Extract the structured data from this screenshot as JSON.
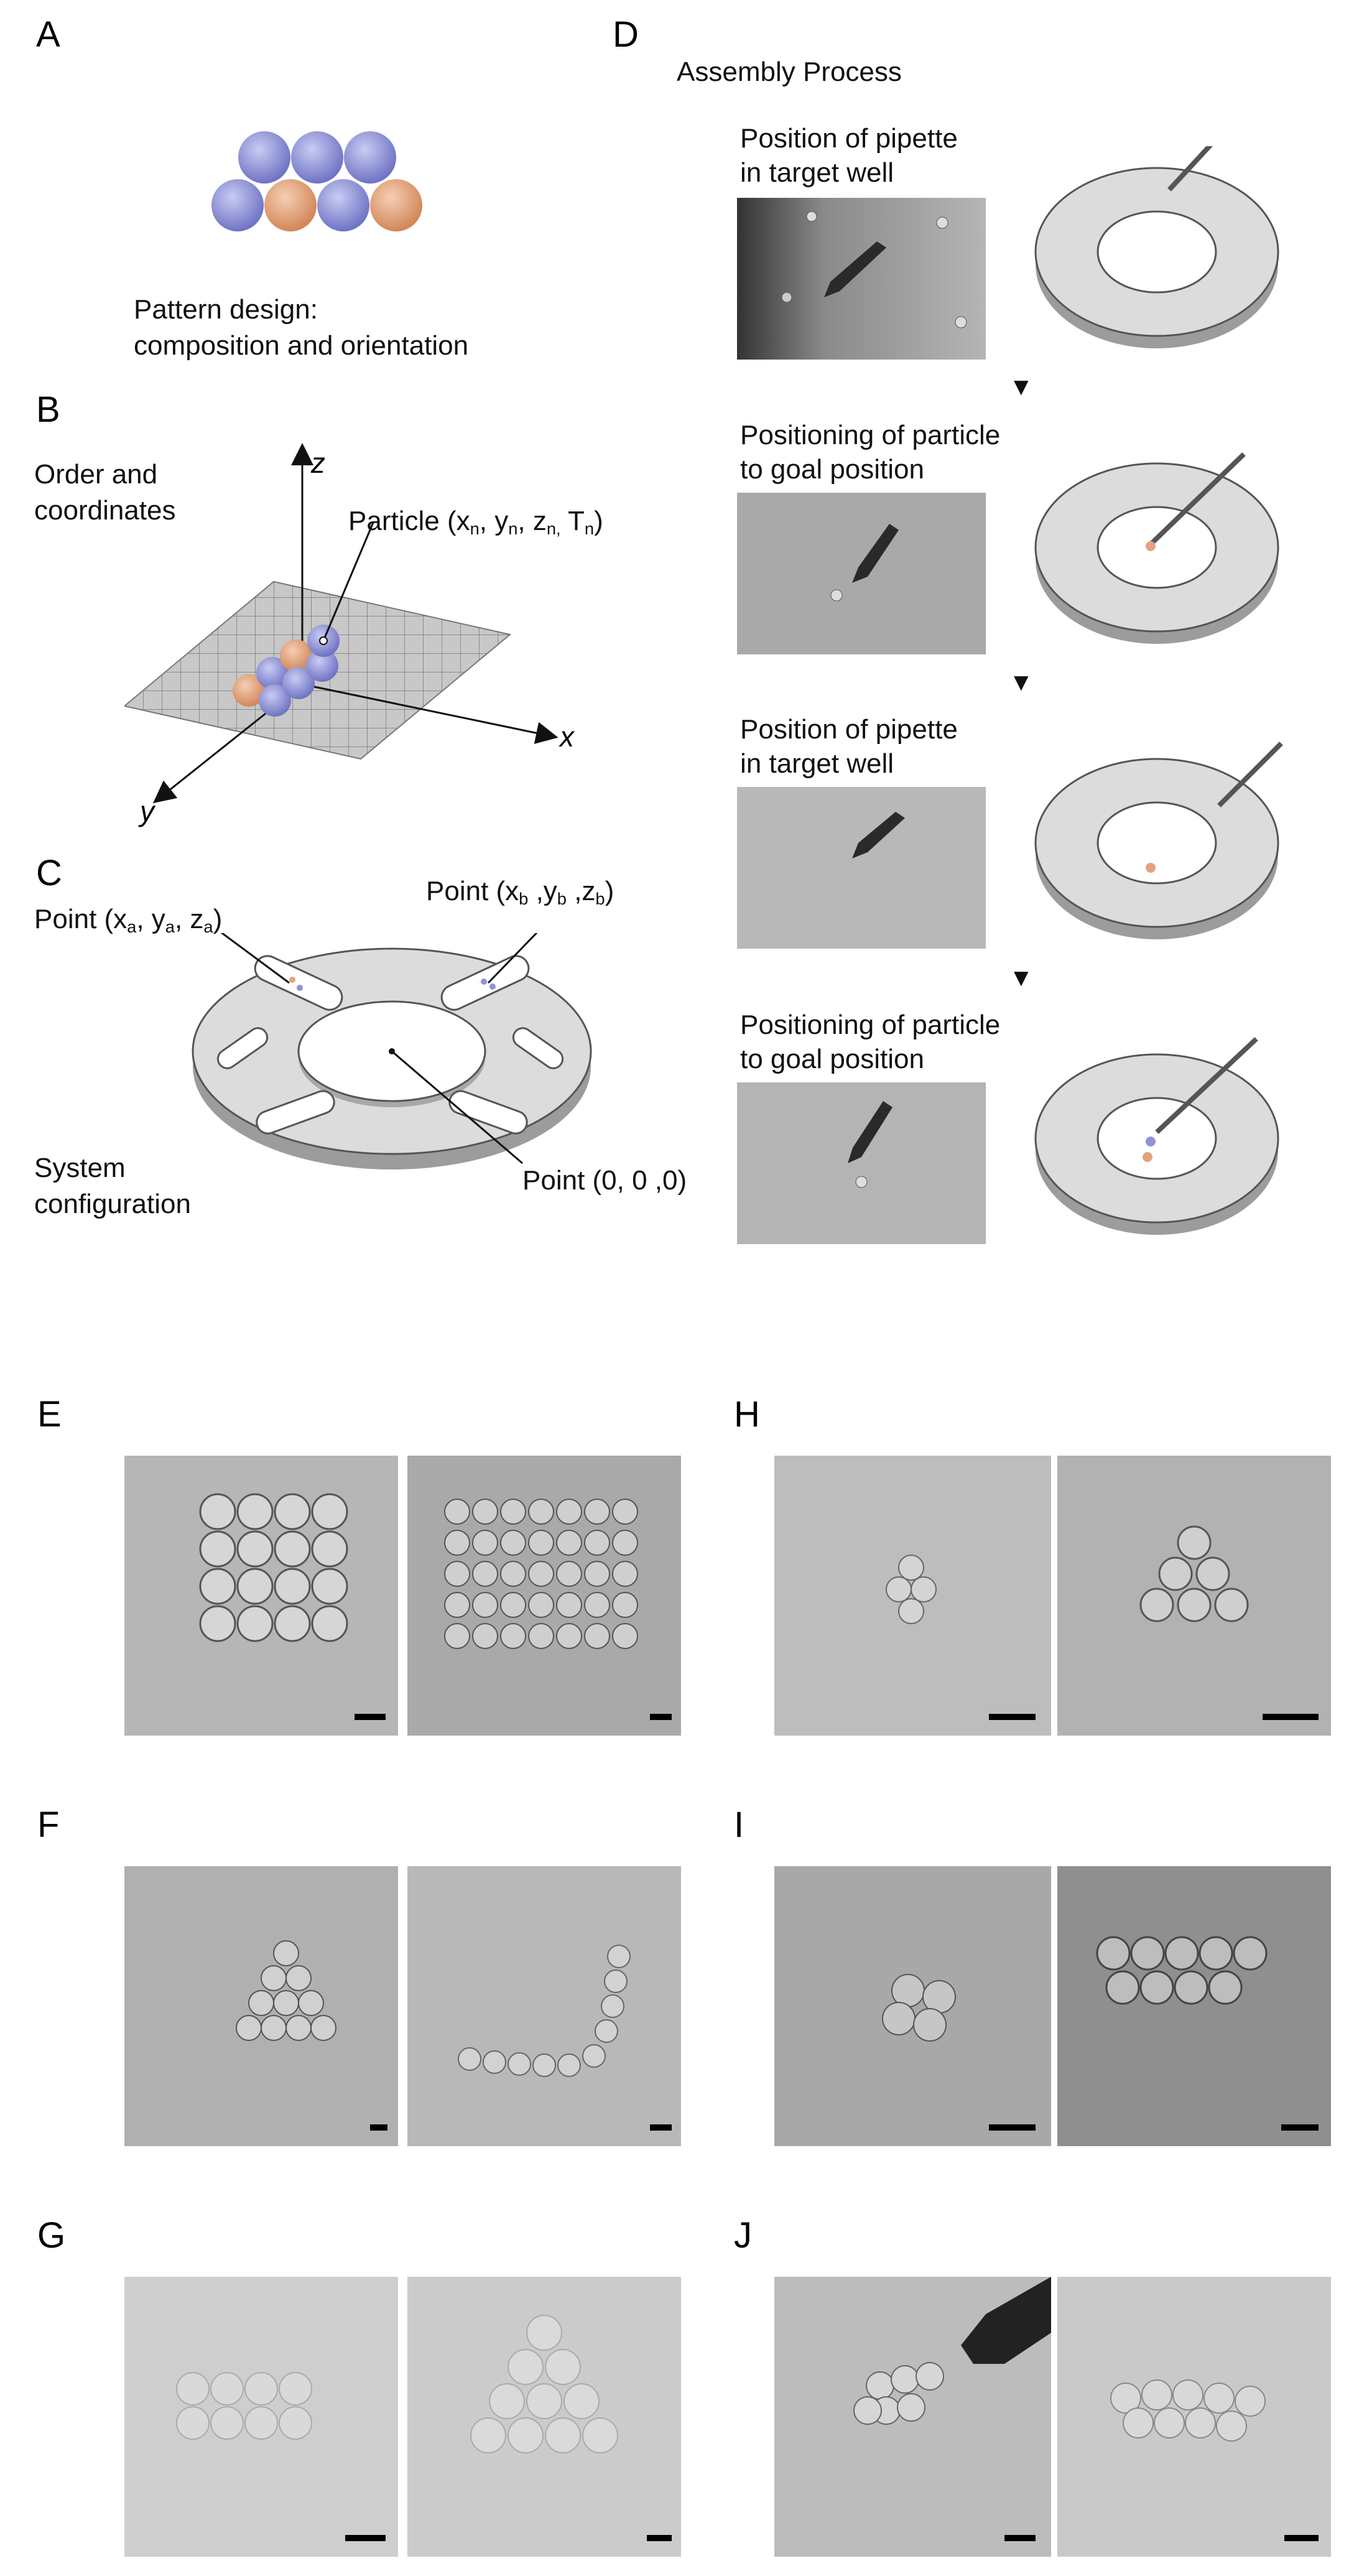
{
  "colors": {
    "blue_particle": "#8f93d8",
    "orange_particle": "#e3a37d",
    "grid": "#9a9a9a",
    "ring": "#d9d9d9",
    "micro_bg": "#bdbdbd"
  },
  "panels": {
    "A": {
      "label": "A",
      "caption_line1": "Pattern design:",
      "caption_line2": "composition and orientation"
    },
    "B": {
      "label": "B",
      "title_line1": "Order and",
      "title_line2": "coordinates",
      "particle_label": "Particle (x",
      "particle_sub_n1": "n",
      "particle_mid1": ", y",
      "particle_sub_n2": "n",
      "particle_mid2": ", z",
      "particle_sub_n3": "n,",
      "particle_mid3": " T",
      "particle_sub_n4": "n",
      "particle_end": ")",
      "axis_z": "z",
      "axis_x": "x",
      "axis_y": "y"
    },
    "C": {
      "label": "C",
      "point_a_pre": "Point (x",
      "point_a_sub1": "a",
      "point_a_mid1": ", y",
      "point_a_sub2": "a",
      "point_a_mid2": ", z",
      "point_a_sub3": "a",
      "point_a_end": ")",
      "point_b_pre": "Point (x",
      "point_b_sub1": "b",
      "point_b_mid1": " ,y",
      "point_b_sub2": "b",
      "point_b_mid2": " ,z",
      "point_b_sub3": "b",
      "point_b_end": ")",
      "origin": "Point (0, 0 ,0)",
      "caption_line1": "System",
      "caption_line2": "configuration"
    },
    "D": {
      "label": "D",
      "title": "Assembly Process",
      "steps": [
        {
          "line1": "Position of pipette",
          "line2": "in target well"
        },
        {
          "line1": "Positioning of particle",
          "line2": "to goal position"
        },
        {
          "line1": "Position of pipette",
          "line2": "in target well"
        },
        {
          "line1": "Positioning of particle",
          "line2": "to goal position"
        }
      ]
    },
    "E": {
      "label": "E"
    },
    "F": {
      "label": "F"
    },
    "G": {
      "label": "G"
    },
    "H": {
      "label": "H"
    },
    "I": {
      "label": "I"
    },
    "J": {
      "label": "J"
    }
  }
}
